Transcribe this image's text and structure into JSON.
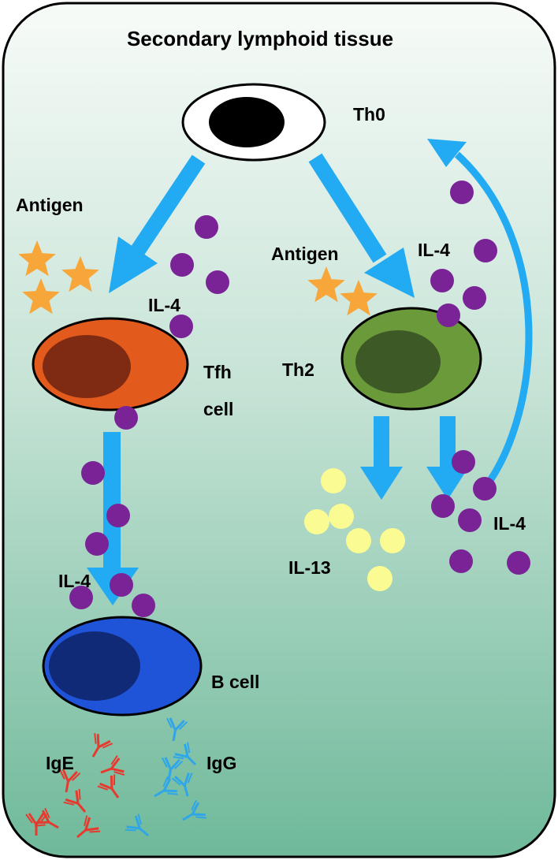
{
  "title": "Secondary lymphoid tissue",
  "cells": {
    "th0": "Th0",
    "tfh_line1": "Tfh",
    "tfh_line2": "cell",
    "th2": "Th2",
    "b_cell": "B cell"
  },
  "labels": {
    "antigen_left": "Antigen",
    "antigen_right": "Antigen",
    "il4_tfh": "IL-4",
    "il4_th2": "IL-4",
    "il4_bcell": "IL-4",
    "il4_loop": "IL-4",
    "il13": "IL-13",
    "ige": "IgE",
    "igg": "IgG"
  },
  "colors": {
    "background_top": "#f7fbf8",
    "background_bottom": "#6fb99a",
    "arrow": "#22aaf2",
    "il4_dot": "#7a2396",
    "il13_dot": "#fbfb93",
    "antigen_star": "#f7a63a",
    "tfh_outer": "#e35b1c",
    "tfh_nucleus": "#7f2b13",
    "th2_outer": "#6b9a3b",
    "th2_nucleus": "#3d5a26",
    "bcell_outer": "#1f54d8",
    "bcell_nucleus": "#112a78",
    "ige_antibody": "#e63a2e",
    "igg_antibody": "#2fa6e8"
  }
}
